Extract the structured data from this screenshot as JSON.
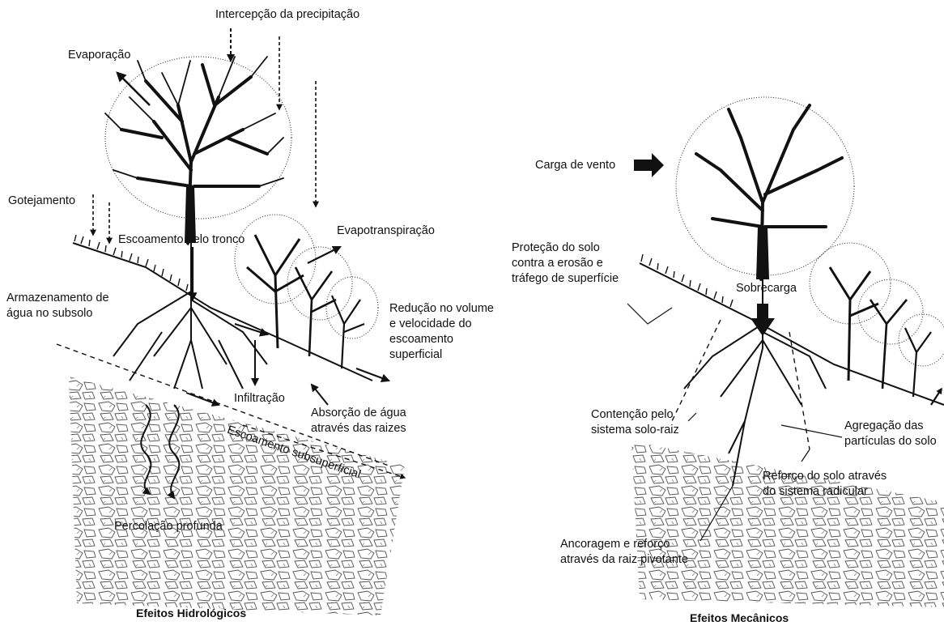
{
  "hydrological": {
    "title": "Efeitos Hidrológicos",
    "labels": {
      "interception": "Intercepção da precipitação",
      "evaporation": "Evaporação",
      "dripping": "Gotejamento",
      "stemflow": "Escoamento pelo tronco",
      "evapotranspiration": "Evapotranspiração",
      "storage": "Armazenamento de\nágua no subsolo",
      "runoff_reduction": "Redução no volume\ne velocidade do\nescoamento\nsuperficial",
      "infiltration": "Infiltração",
      "root_absorption": "Absorção de água\natravés das raizes",
      "subsurface_flow": "Escoamento subsuperficial",
      "deep_percolation": "Percolação profunda"
    }
  },
  "mechanical": {
    "title": "Efeitos Mecânicos",
    "labels": {
      "wind_load": "Carga de vento",
      "erosion_protection": "Proteção do solo\ncontra a erosão e\ntráfego de superfície",
      "surcharge": "Sobrecarga",
      "containment": "Contenção pelo\nsistema solo-raiz",
      "aggregation": "Agregação das\npartículas do solo",
      "reinforcement": "Reforço do solo através\ndo sistema radicular",
      "anchoring": "Ancoragem e reforço\natravés da raiz pivotante"
    }
  }
}
